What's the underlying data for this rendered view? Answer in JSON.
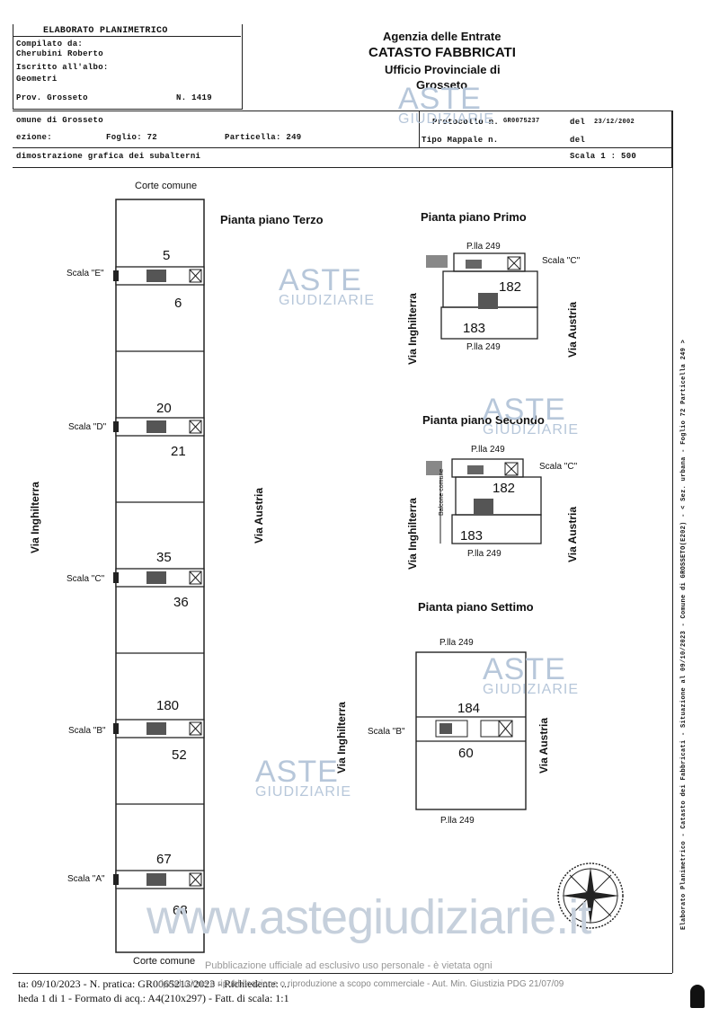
{
  "header": {
    "elaborato": "ELABORATO PLANIMETRICO",
    "compilato_label": "Compilato da:",
    "compilato_name": "Cherubini Roberto",
    "iscritto_label": "Iscritto all'albo:",
    "iscritto_value": "Geometri",
    "prov": "Prov. Grosseto",
    "numero": "N. 1419",
    "agency_line1": "Agenzia delle Entrate",
    "agency_line2": "CATASTO FABBRICATI",
    "agency_line3": "Ufficio Provinciale di",
    "agency_line4": "Grosseto",
    "comune": "omune di Grosseto",
    "sezione": "ezione:",
    "foglio": "Foglio: 72",
    "particella": "Particella: 249",
    "protocollo_label": "Protocollo n.",
    "protocollo_value": "GR0075237",
    "del_label_1": "del",
    "del_value_1": "23/12/2002",
    "tipo_mappale": "Tipo Mappale n.",
    "del_label_2": "del",
    "dimostrazione": "dimostrazione grafica dei subalterni",
    "scala": "Scala 1 : 500"
  },
  "left_plan": {
    "corte_top": "Corte comune",
    "corte_bottom": "Corte comune",
    "via_left": "Via Inghilterra",
    "via_right": "Via Austria",
    "floors": [
      {
        "scala": "Scala \"E\"",
        "top": "5",
        "bottom": "6"
      },
      {
        "scala": "Scala \"D\"",
        "top": "20",
        "bottom": "21"
      },
      {
        "scala": "Scala \"C\"",
        "top": "35",
        "bottom": "36"
      },
      {
        "scala": "Scala \"B\"",
        "top": "180",
        "bottom": "52"
      },
      {
        "scala": "Scala \"A\"",
        "top": "67",
        "bottom": "68"
      }
    ]
  },
  "plans": {
    "terzo": "Pianta piano Terzo",
    "primo": {
      "title": "Pianta piano Primo",
      "plla_top": "P.lla 249",
      "plla_bottom": "P.lla 249",
      "scala": "Scala \"C\"",
      "n1": "182",
      "n2": "183",
      "via_left": "Via Inghilterra",
      "via_right": "Via Austria"
    },
    "secondo": {
      "title": "Pianta piano Secondo",
      "plla_top": "P.lla 249",
      "plla_bottom": "P.lla 249",
      "scala": "Scala \"C\"",
      "n1": "182",
      "n2": "183",
      "balcony": "Balcone comune",
      "via_left": "Via Inghilterra",
      "via_right": "Via Austria"
    },
    "settimo": {
      "title": "Pianta piano Settimo",
      "plla_top": "P.lla 249",
      "plla_bottom": "P.lla 249",
      "scala": "Scala \"B\"",
      "n1": "184",
      "n2": "60",
      "via_left": "Via Inghilterra",
      "via_right": "Via Austria"
    }
  },
  "side_text": "Elaborato Planimetrico - Catasto dei Fabbricati - Situazione al 09/10/2023 - Comune di GROSSETO(E202) - < Sez. urbana - Foglio 72 Particella 249 >",
  "watermark": {
    "aste": "ASTE",
    "giudiziarie": "GIUDIZIARIE",
    "site": "www.astegiudiziarie.it"
  },
  "footer": {
    "line1": "ta: 09/10/2023 - N. pratica: GR0065213/2023 - Richiedente: ...",
    "line1_overlay": "Pubblicazione ufficiale ad esclusivo uso personale - è vietata ogni",
    "line1b": "riproduzione e ripubblicazione o riproduzione a scopo commerciale - Aut. Min. Giustizia PDG 21/07/09",
    "line2": "heda 1 di 1 - Formato di acq.: A4(210x297) - Fatt. di scala: 1:1"
  }
}
